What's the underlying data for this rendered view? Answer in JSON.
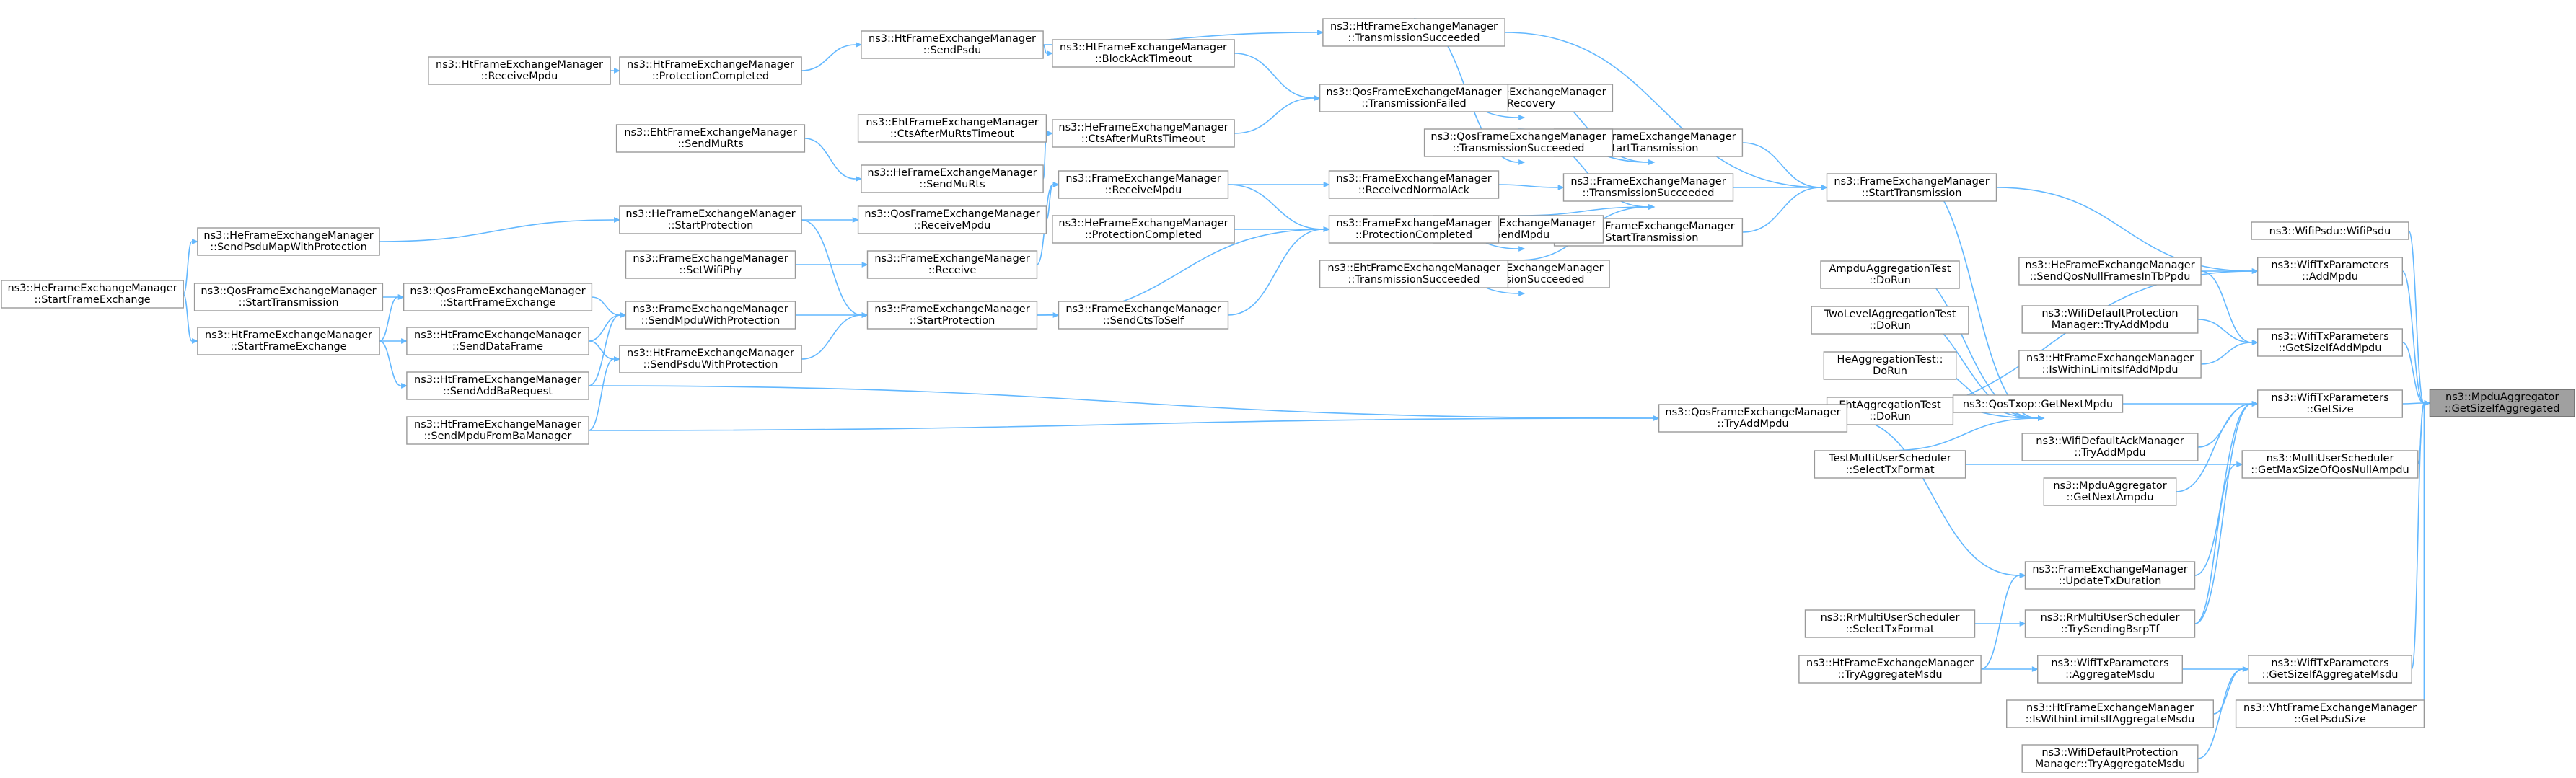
{
  "nodes": [
    {
      "id": "root",
      "lines": [
        "ns3::MpduAggregator",
        "::GetSizeIfAggregated"
      ],
      "root": true
    },
    {
      "id": "wifipsdu",
      "lines": [
        "ns3::WifiPsdu::WifiPsdu"
      ]
    },
    {
      "id": "txp_addmpdu",
      "lines": [
        "ns3::WifiTxParameters",
        "::AddMpdu"
      ]
    },
    {
      "id": "txp_getsizeifaddmpdu",
      "lines": [
        "ns3::WifiTxParameters",
        "::GetSizeIfAddMpdu"
      ]
    },
    {
      "id": "txp_getsize",
      "lines": [
        "ns3::WifiTxParameters",
        "::GetSize"
      ]
    },
    {
      "id": "mus_getmaxsize",
      "lines": [
        "ns3::MultiUserScheduler",
        "::GetMaxSizeOfQosNullAmpdu"
      ]
    },
    {
      "id": "txp_getsizeifaggmsdu",
      "lines": [
        "ns3::WifiTxParameters",
        "::GetSizeIfAggregateMsdu"
      ]
    },
    {
      "id": "vht_getpsdusize",
      "lines": [
        "ns3::VhtFrameExchangeManager",
        "::GetPsduSize"
      ]
    },
    {
      "id": "he_sendqosnull",
      "lines": [
        "ns3::HeFrameExchangeManager",
        "::SendQosNullFramesInTbPpdu"
      ]
    },
    {
      "id": "wdp_tryaddmpdu",
      "lines": [
        "ns3::WifiDefaultProtection",
        "Manager::TryAddMpdu"
      ]
    },
    {
      "id": "ht_iswithinlimitsaddmpdu",
      "lines": [
        "ns3::HtFrameExchangeManager",
        "::IsWithinLimitsIfAddMpdu"
      ]
    },
    {
      "id": "wdack_tryaddmpdu",
      "lines": [
        "ns3::WifiDefaultAckManager",
        "::TryAddMpdu"
      ]
    },
    {
      "id": "mpduagg_getnextampdu",
      "lines": [
        "ns3::MpduAggregator",
        "::GetNextAmpdu"
      ]
    },
    {
      "id": "fem_updatetxduration",
      "lines": [
        "ns3::FrameExchangeManager",
        "::UpdateTxDuration"
      ]
    },
    {
      "id": "rrmus_trysendingbsrptf",
      "lines": [
        "ns3::RrMultiUserScheduler",
        "::TrySendingBsrpTf"
      ]
    },
    {
      "id": "txp_aggregatemsdu",
      "lines": [
        "ns3::WifiTxParameters",
        "::AggregateMsdu"
      ]
    },
    {
      "id": "ht_iswithinlimitsaggmsdu",
      "lines": [
        "ns3::HtFrameExchangeManager",
        "::IsWithinLimitsIfAggregateMsdu"
      ]
    },
    {
      "id": "wdp_tryaggregatemsdu",
      "lines": [
        "ns3::WifiDefaultProtection",
        "Manager::TryAggregateMsdu"
      ]
    },
    {
      "id": "qostxop_getnextmpdu",
      "lines": [
        "ns3::QosTxop::GetNextMpdu"
      ]
    },
    {
      "id": "ampduaggtest_dorun",
      "lines": [
        "AmpduAggregationTest",
        "::DoRun"
      ]
    },
    {
      "id": "twolevelaggtest_dorun",
      "lines": [
        "TwoLevelAggregationTest",
        "::DoRun"
      ]
    },
    {
      "id": "heaggtest_dorun",
      "lines": [
        "HeAggregationTest::",
        "DoRun"
      ]
    },
    {
      "id": "ehtaggtest_dorun",
      "lines": [
        "EhtAggregationTest",
        "::DoRun"
      ]
    },
    {
      "id": "testmus_selecttxformat",
      "lines": [
        "TestMultiUserScheduler",
        "::SelectTxFormat"
      ]
    },
    {
      "id": "rrmus_selecttxformat",
      "lines": [
        "ns3::RrMultiUserScheduler",
        "::SelectTxFormat"
      ]
    },
    {
      "id": "ht_tryaggregatemsdu",
      "lines": [
        "ns3::HtFrameExchangeManager",
        "::TryAggregateMsdu"
      ]
    },
    {
      "id": "fem_starttransmission",
      "lines": [
        "ns3::FrameExchangeManager",
        "::StartTransmission"
      ]
    },
    {
      "id": "qosfem_tryaddmpdu",
      "lines": [
        "ns3::QosFrameExchangeManager",
        "::TryAddMpdu"
      ]
    },
    {
      "id": "ht_transmissionsucceeded",
      "lines": [
        "ns3::HtFrameExchangeManager",
        "::TransmissionSucceeded"
      ]
    },
    {
      "id": "qosfem_starttransmission",
      "lines": [
        "ns3::QosFrameExchangeManager",
        "::StartTransmission"
      ]
    },
    {
      "id": "fem_transmissionsucceeded",
      "lines": [
        "ns3::FrameExchangeManager",
        "::TransmissionSucceeded"
      ]
    },
    {
      "id": "ehtfem_starttransmission",
      "lines": [
        "ns3::EhtFrameExchangeManager",
        "::StartTransmission"
      ]
    },
    {
      "id": "qosfem_pifsrecovery",
      "lines": [
        "ns3::QosFrameExchangeManager",
        "::PifsRecovery"
      ]
    },
    {
      "id": "qosfem_transmissionsucceeded",
      "lines": [
        "ns3::QosFrameExchangeManager",
        "::TransmissionSucceeded"
      ]
    },
    {
      "id": "qosfem_transmissionfailed",
      "lines": [
        "ns3::QosFrameExchangeManager",
        "::TransmissionFailed"
      ]
    },
    {
      "id": "fem_receivednormalack",
      "lines": [
        "ns3::FrameExchangeManager",
        "::ReceivedNormalAck"
      ]
    },
    {
      "id": "fem_sendmpdu",
      "lines": [
        "ns3::FrameExchangeManager",
        "::SendMpdu"
      ]
    },
    {
      "id": "hefem_transmissionsucceeded",
      "lines": [
        "ns3::HeFrameExchangeManager",
        "::TransmissionSucceeded"
      ]
    },
    {
      "id": "ehtfem_transmissionsucceeded",
      "lines": [
        "ns3::EhtFrameExchangeManager",
        "::TransmissionSucceeded"
      ]
    },
    {
      "id": "fem_protectioncompleted",
      "lines": [
        "ns3::FrameExchangeManager",
        "::ProtectionCompleted"
      ]
    },
    {
      "id": "ht_blockacktimeout",
      "lines": [
        "ns3::HtFrameExchangeManager",
        "::BlockAckTimeout"
      ]
    },
    {
      "id": "ht_sendpsdu",
      "lines": [
        "ns3::HtFrameExchangeManager",
        "::SendPsdu"
      ]
    },
    {
      "id": "hefem_ctsaftermurtstimeout",
      "lines": [
        "ns3::HeFrameExchangeManager",
        "::CtsAfterMuRtsTimeout"
      ]
    },
    {
      "id": "ehtfem_ctsaftermurtstimeout",
      "lines": [
        "ns3::EhtFrameExchangeManager",
        "::CtsAfterMuRtsTimeout"
      ]
    },
    {
      "id": "fem_receivempdu",
      "lines": [
        "ns3::FrameExchangeManager",
        "::ReceiveMpdu"
      ]
    },
    {
      "id": "hefem_protectioncompleted",
      "lines": [
        "ns3::HeFrameExchangeManager",
        "::ProtectionCompleted"
      ]
    },
    {
      "id": "fem_sendctstoself",
      "lines": [
        "ns3::FrameExchangeManager",
        "::SendCtsToSelf"
      ]
    },
    {
      "id": "ht_protectioncompleted",
      "lines": [
        "ns3::HtFrameExchangeManager",
        "::ProtectionCompleted"
      ]
    },
    {
      "id": "hefem_sendmurts",
      "lines": [
        "ns3::HeFrameExchangeManager",
        "::SendMuRts"
      ]
    },
    {
      "id": "qosfem_receivempdu",
      "lines": [
        "ns3::QosFrameExchangeManager",
        "::ReceiveMpdu"
      ]
    },
    {
      "id": "fem_receive",
      "lines": [
        "ns3::FrameExchangeManager",
        "::Receive"
      ]
    },
    {
      "id": "fem_startprotection",
      "lines": [
        "ns3::FrameExchangeManager",
        "::StartProtection"
      ]
    },
    {
      "id": "ht_receivempdu",
      "lines": [
        "ns3::HtFrameExchangeManager",
        "::ReceiveMpdu"
      ]
    },
    {
      "id": "ehtfem_sendmurts",
      "lines": [
        "ns3::EhtFrameExchangeManager",
        "::SendMuRts"
      ]
    },
    {
      "id": "hefem_startprotection",
      "lines": [
        "ns3::HeFrameExchangeManager",
        "::StartProtection"
      ]
    },
    {
      "id": "fem_setwifiphy",
      "lines": [
        "ns3::FrameExchangeManager",
        "::SetWifiPhy"
      ]
    },
    {
      "id": "fem_sendmpduwithprotection",
      "lines": [
        "ns3::FrameExchangeManager",
        "::SendMpduWithProtection"
      ]
    },
    {
      "id": "ht_sendpsduwithprotection",
      "lines": [
        "ns3::HtFrameExchangeManager",
        "::SendPsduWithProtection"
      ]
    },
    {
      "id": "qosfem_startframeexchange",
      "lines": [
        "ns3::QosFrameExchangeManager",
        "::StartFrameExchange"
      ]
    },
    {
      "id": "ht_senddataframe",
      "lines": [
        "ns3::HtFrameExchangeManager",
        "::SendDataFrame"
      ]
    },
    {
      "id": "ht_sendaddbarequest",
      "lines": [
        "ns3::HtFrameExchangeManager",
        "::SendAddBaRequest"
      ]
    },
    {
      "id": "ht_sendmpdufrombamanager",
      "lines": [
        "ns3::HtFrameExchangeManager",
        "::SendMpduFromBaManager"
      ]
    },
    {
      "id": "hefem_sendpsdumapwithprotection",
      "lines": [
        "ns3::HeFrameExchangeManager",
        "::SendPsduMapWithProtection"
      ]
    },
    {
      "id": "qosfem_starttransmission2",
      "lines": [
        "ns3::QosFrameExchangeManager",
        "::StartTransmission"
      ]
    },
    {
      "id": "ht_startframeexchange",
      "lines": [
        "ns3::HtFrameExchangeManager",
        "::StartFrameExchange"
      ]
    },
    {
      "id": "hefem_startframeexchange",
      "lines": [
        "ns3::HeFrameExchangeManager",
        "::StartFrameExchange"
      ]
    }
  ]
}
